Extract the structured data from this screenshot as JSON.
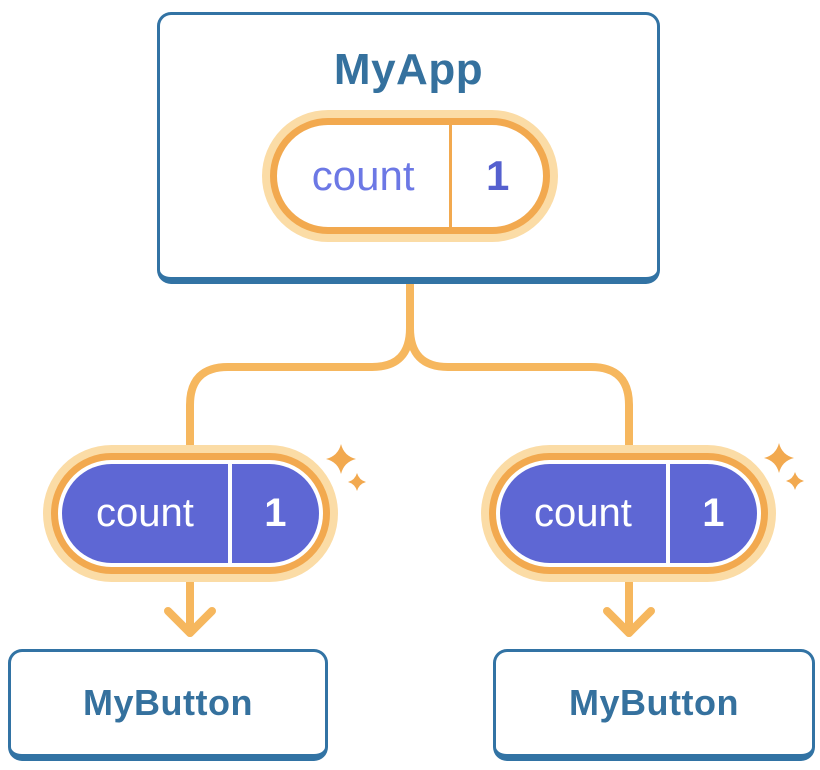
{
  "diagram": {
    "description": "Component tree: parent passes state down as props",
    "root": {
      "title": "MyApp",
      "state_pill": {
        "label": "count",
        "value": "1"
      }
    },
    "children": [
      {
        "title": "MyButton",
        "prop_pill": {
          "label": "count",
          "value": "1"
        }
      },
      {
        "title": "MyButton",
        "prop_pill": {
          "label": "count",
          "value": "1"
        }
      }
    ],
    "colors": {
      "card_border": "#3273A4",
      "card_text": "#35719E",
      "pill_ring": "#F2A94F",
      "pill_halo": "#FBDCA6",
      "connector": "#F6B75E",
      "sparkle": "#F2A94F",
      "pill_fill": "#5E67D4",
      "state_label_text": "#6C78E5",
      "state_value_text": "#5560CF",
      "filled_pill_text": "#FFFFFF"
    }
  }
}
